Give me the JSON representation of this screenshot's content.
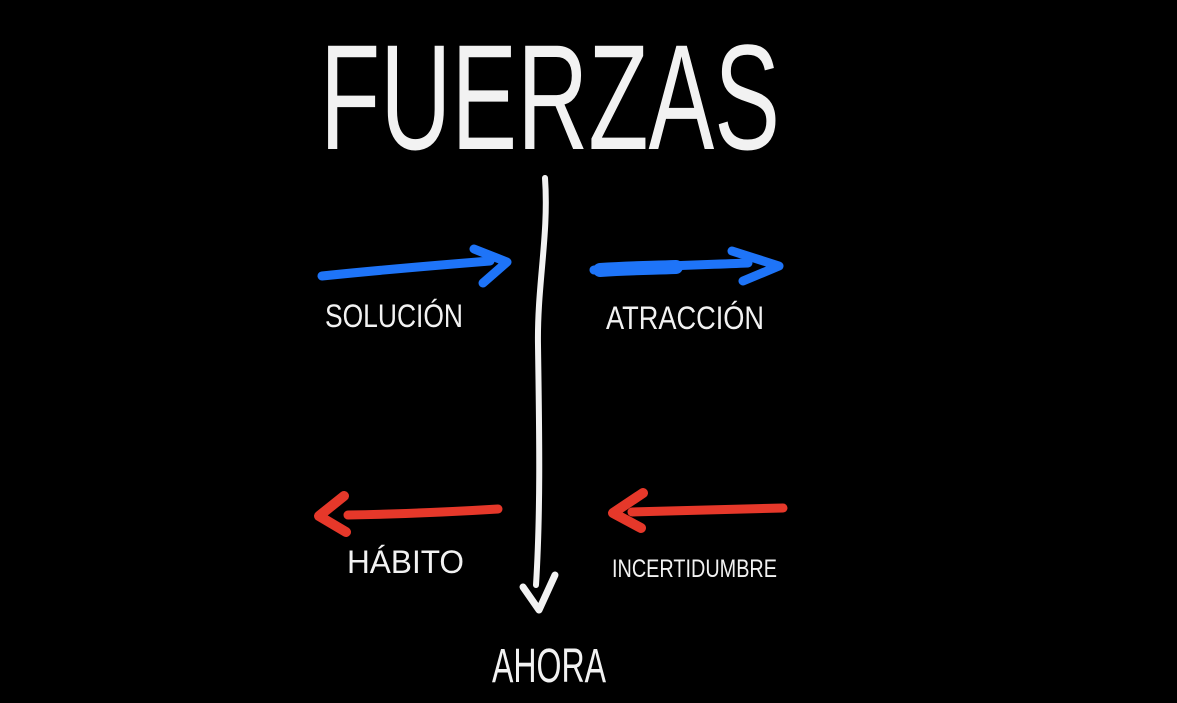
{
  "title": "FUERZAS",
  "colors": {
    "background": "#000000",
    "ink": "#f2f2f2",
    "blue": "#1e74f8",
    "red": "#e6382a"
  },
  "axis": {
    "label": "AHORA",
    "direction": "down"
  },
  "forces": {
    "toward": {
      "direction": "right",
      "color": "#1e74f8",
      "items": [
        {
          "label": "SOLUCIÓN"
        },
        {
          "label": "ATRACCIÓN"
        }
      ]
    },
    "away": {
      "direction": "left",
      "color": "#e6382a",
      "items": [
        {
          "label": "HÁBITO"
        },
        {
          "label": "INCERTIDUMBRE"
        }
      ]
    }
  }
}
